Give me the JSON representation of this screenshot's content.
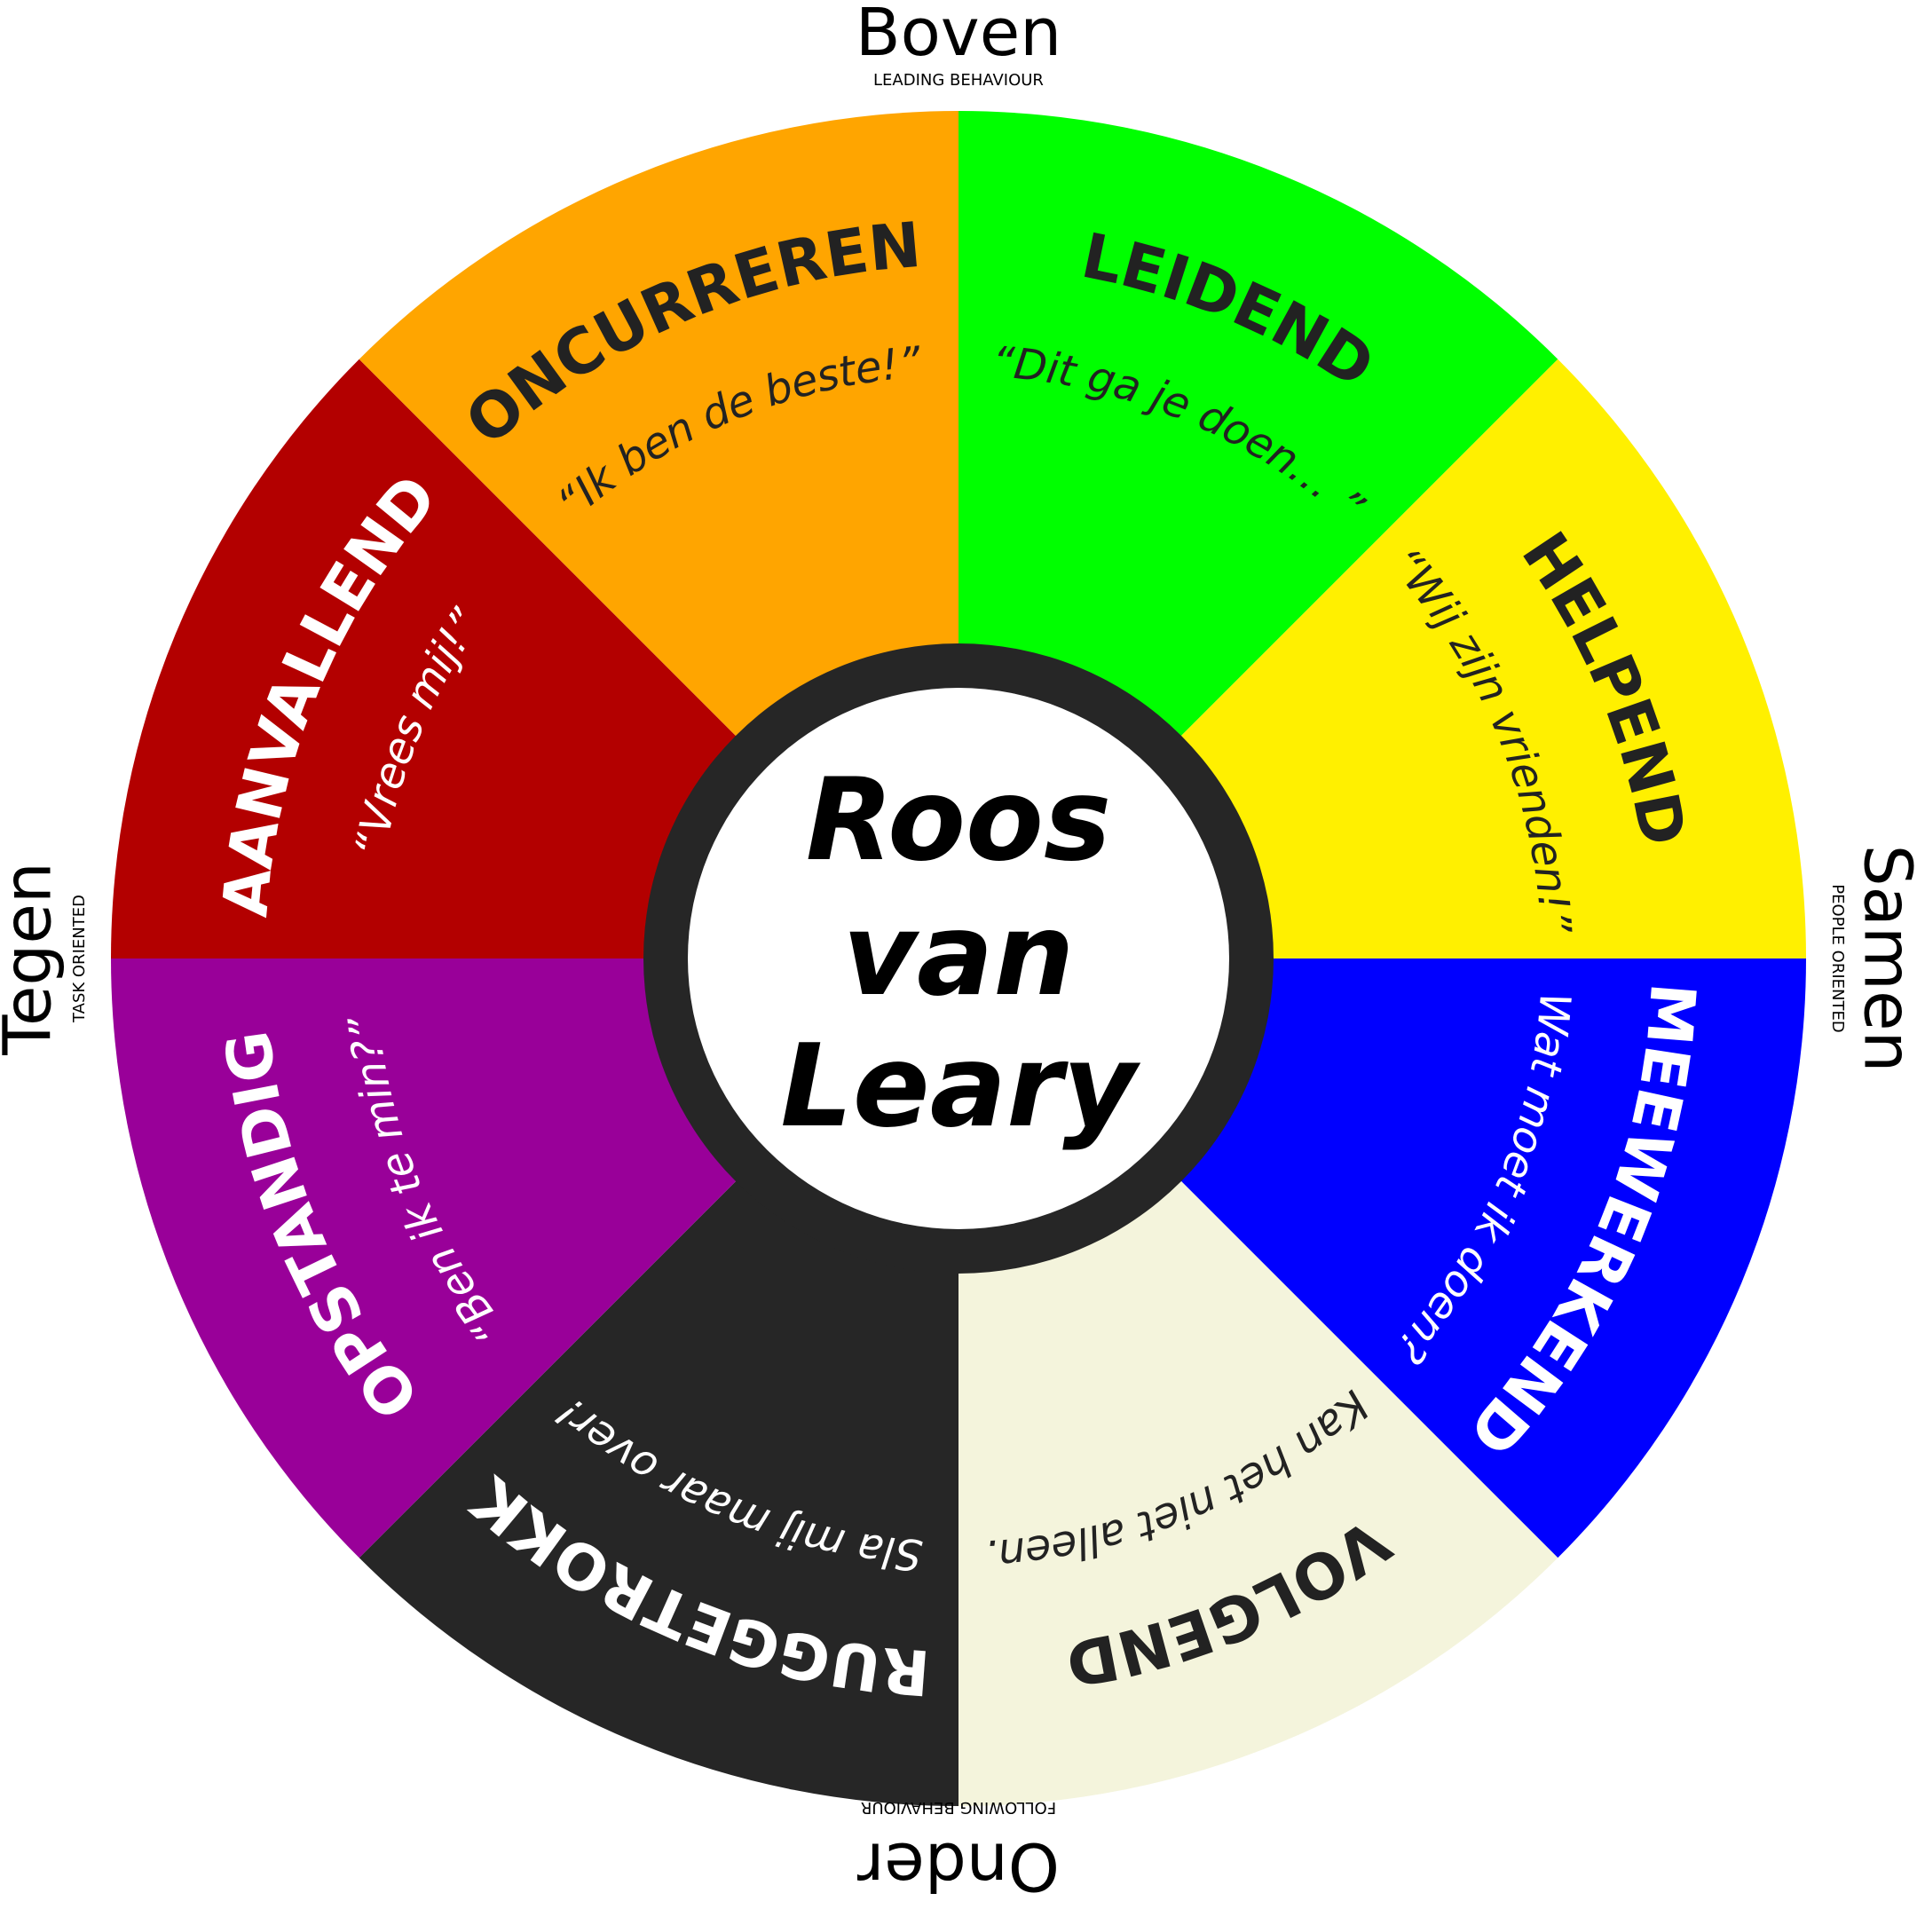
{
  "center": {
    "title_lines": [
      "Roos",
      "van",
      "Leary"
    ],
    "ring_color": "#262626",
    "fill_color": "#ffffff"
  },
  "axes": {
    "top": {
      "label": "Boven",
      "sub": "LEADING BEHAVIOUR"
    },
    "bottom": {
      "label": "Onder",
      "sub": "FOLLOWING BEHAVIOUR"
    },
    "left": {
      "label": "Tegen",
      "sub": "TASK ORIENTED"
    },
    "right": {
      "label": "Samen",
      "sub": "PEOPLE ORIENTED"
    }
  },
  "segments": [
    {
      "name": "LEIDEND",
      "quote": "“Dit ga je doen… ”",
      "color": "#00ff00",
      "text_color": "#222222"
    },
    {
      "name": "HELPEND",
      "quote": "“Wij zijn vrienden!”",
      "color": "#fff000",
      "text_color": "#222222"
    },
    {
      "name": "MEEWERKEND",
      "quote": "“Wat moet ik doen?”",
      "color": "#0000ff",
      "text_color": "#ffffff"
    },
    {
      "name": "VOLGEND",
      "quote": "“Kan het niet alleen.”",
      "color": "#f4f4dc",
      "text_color": "#222222"
    },
    {
      "name": "TERUGGETROKKEN",
      "quote": "“Sla mij maar over!”",
      "color": "#262626",
      "text_color": "#ffffff"
    },
    {
      "name": "OPSTANDIG",
      "quote": "“Ben ik te min?”",
      "color": "#990099",
      "text_color": "#ffffff"
    },
    {
      "name": "AANVALLEND",
      "quote": "“Vrees mij!”",
      "color": "#b30000",
      "text_color": "#ffffff"
    },
    {
      "name": "CONCURREREND",
      "quote": "“Ik ben de beste!”",
      "color": "#ffa500",
      "text_color": "#222222"
    }
  ]
}
